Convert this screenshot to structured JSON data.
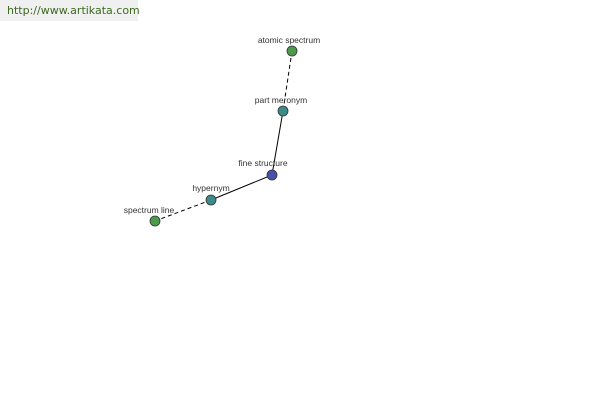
{
  "watermark": {
    "text": "http://www.artikata.com"
  },
  "colors": {
    "concept": "#4d9a4d",
    "relation": "#3d8a8a",
    "focus": "#4a4faa",
    "edge": "#000000"
  },
  "graph": {
    "nodes": [
      {
        "id": "atomic_spectrum",
        "label": "atomic spectrum",
        "kind": "concept"
      },
      {
        "id": "part_meronym",
        "label": "part meronym",
        "kind": "relation"
      },
      {
        "id": "fine_structure",
        "label": "fine structure",
        "kind": "focus"
      },
      {
        "id": "hypernym",
        "label": "hypernym",
        "kind": "relation"
      },
      {
        "id": "spectrum_line",
        "label": "spectrum line",
        "kind": "concept"
      }
    ],
    "edges": [
      {
        "from": "atomic_spectrum",
        "to": "part_meronym",
        "style": "dashed"
      },
      {
        "from": "part_meronym",
        "to": "fine_structure",
        "style": "solid"
      },
      {
        "from": "fine_structure",
        "to": "hypernym",
        "style": "solid"
      },
      {
        "from": "hypernym",
        "to": "spectrum_line",
        "style": "dashed"
      }
    ]
  }
}
